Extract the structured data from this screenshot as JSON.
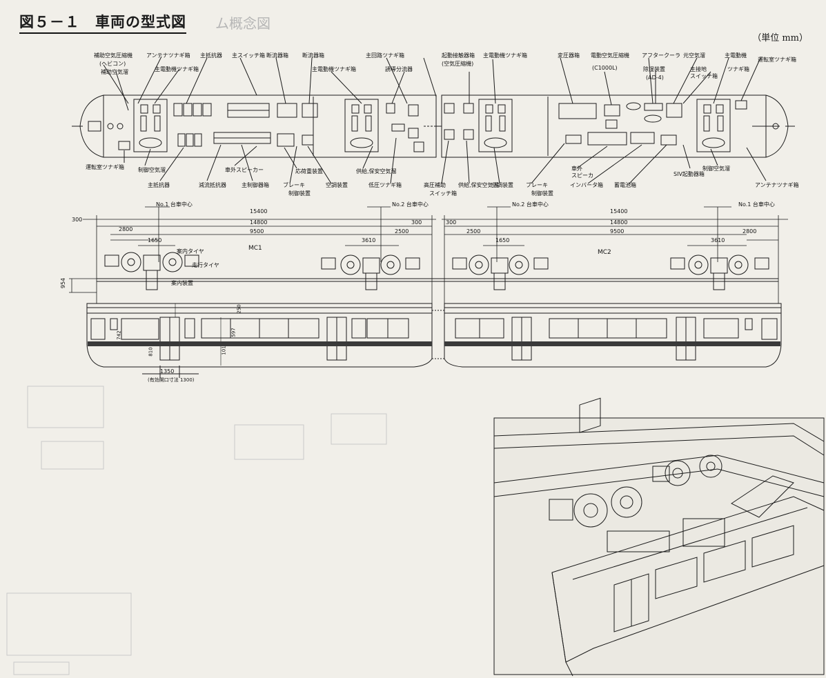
{
  "title": "図５－１　車両の型式図",
  "title_ghost": "ム概念図",
  "unit": "（単位 mm）",
  "plan_labels": {
    "l1": "補助空気圧縮機",
    "l1b": "(ヘビコン)",
    "l2": "補助空気溜",
    "l3": "アンテナツナギ箱",
    "l4": "主電動機ツナギ箱",
    "l5": "主抵抗器",
    "l6": "主スイッチ箱",
    "l7": "断流器箱",
    "l8": "断流器箱",
    "l9": "主電動機ツナギ箱",
    "l10": "主回路ツナギ箱",
    "l11": "誘導分流器",
    "l12": "起動接触器箱",
    "l12b": "(空気圧縮機)",
    "l13": "主電動機ツナギ箱",
    "l14": "変圧器箱",
    "l15": "電動空気圧縮機",
    "l15b": "(C1000L)",
    "l16": "アフタークーラ",
    "l17": "除湿装置",
    "l17b": "(AD-4)",
    "l18": "元空気溜",
    "l19": "主接地",
    "l19b": "スイッチ箱",
    "l20": "主電動機",
    "l20b": "ツナギ箱",
    "l21": "運転室ツナギ箱",
    "b1": "運転室ツナギ箱",
    "b2": "制御空気溜",
    "b3": "主抵抗器",
    "b4": "車外スピーカー",
    "b5": "減流抵抗器",
    "b6": "主制御器箱",
    "b7": "応荷重装置",
    "b8": "ブレーキ",
    "b8b": "制御装置",
    "b9": "空調装置",
    "b10": "供給,保安空気溜",
    "b11": "低圧ツナギ箱",
    "b12": "高圧補助",
    "b12b": "スイッチ箱",
    "b13": "供給,保安空気溜",
    "b14": "空調装置",
    "b15": "ブレーキ",
    "b15b": "制御装置",
    "b16": "車外",
    "b16b": "スピーカ",
    "b17": "インバータ箱",
    "b18": "蓄電池箱",
    "b19": "SIV起動器箱",
    "b20": "制御空気溜",
    "b21": "アンテナツナギ箱"
  },
  "side_view": {
    "bogie_labels": {
      "bg1": "No.1 台車中心",
      "bg2": "No.2 台車中心",
      "bg3": "No.2 台車中心",
      "bg4": "No.1 台車中心"
    },
    "dims": {
      "d300a": "300",
      "d15400a": "15400",
      "d14800a": "14800",
      "d9500a": "9500",
      "d2800a": "2800",
      "d1650a": "1650",
      "d3610a": "3610",
      "d2500a": "2500",
      "d300b": "300",
      "d300c": "300",
      "d2500b": "2500",
      "d1650b": "1650",
      "d15400b": "15400",
      "d14800b": "14800",
      "d9500b": "9500",
      "d3610b": "3610",
      "d2800b": "2800",
      "d954": "954",
      "d1350": "1350",
      "d1300": "(有効開口寸法 1300)",
      "d250": "250",
      "d597": "597",
      "d742": "742",
      "d101": "101",
      "d810": "810"
    },
    "misc": {
      "m1": "案内タイヤ",
      "m2": "走行タイヤ",
      "m3": "案内装置",
      "m4": "MC1",
      "m5": "MC2"
    }
  },
  "colors": {
    "ink": "#1a1a1a",
    "paper": "#f1efe9",
    "stripe": "#3a3a3a",
    "ghost": "#c8c8c8"
  }
}
